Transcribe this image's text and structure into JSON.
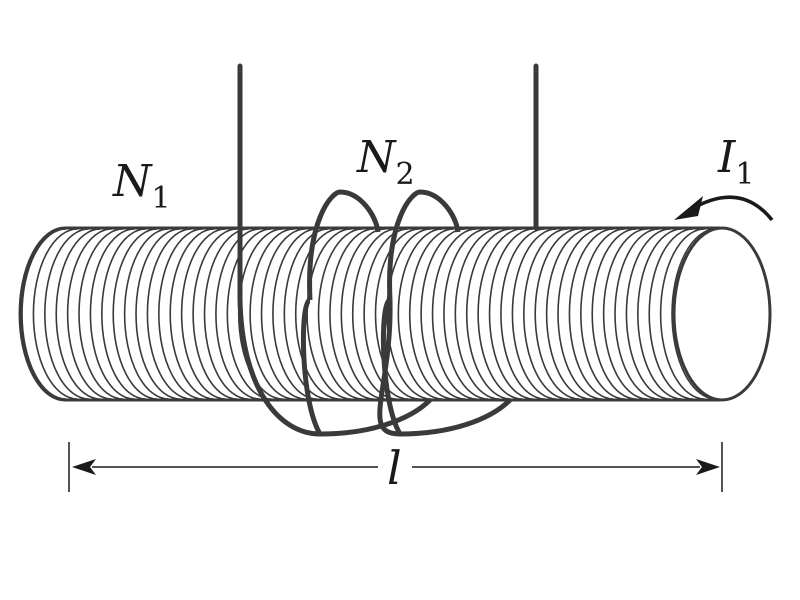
{
  "labels": {
    "primary_coil": {
      "symbol": "N",
      "subscript": "1"
    },
    "secondary_coil": {
      "symbol": "N",
      "subscript": "2"
    },
    "current": {
      "symbol": "I",
      "subscript": "1"
    },
    "length": "l"
  },
  "diagram": {
    "primary_turn_count_drawn": 58,
    "secondary_loops_drawn": 2,
    "stroke_color": "#3a3a3a",
    "fill_color": "#ffffff"
  }
}
